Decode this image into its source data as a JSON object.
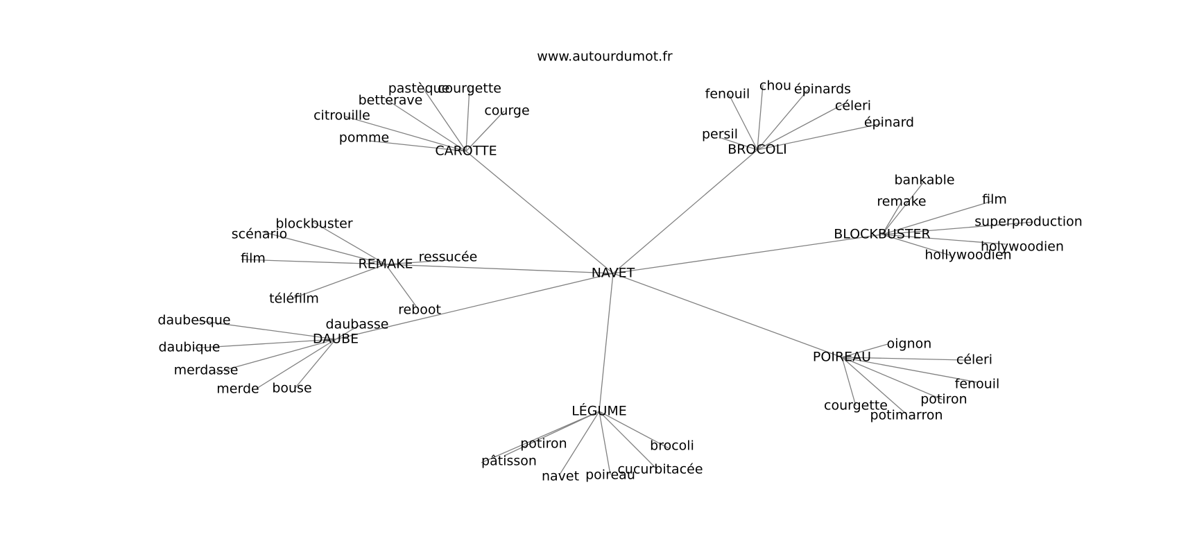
{
  "source_label": "www.autourdumot.fr",
  "center": "NAVET",
  "clusters": [
    {
      "hub": "CAROTTE",
      "words": [
        "pomme",
        "citrouille",
        "betterave",
        "pastèque",
        "courgette",
        "courge"
      ]
    },
    {
      "hub": "BROCOLI",
      "words": [
        "persil",
        "fenouil",
        "chou",
        "épinards",
        "céleri",
        "épinard"
      ]
    },
    {
      "hub": "BLOCKBUSTER",
      "words": [
        "bankable",
        "remake",
        "film",
        "superproduction",
        "holywoodien",
        "hollywoodien"
      ]
    },
    {
      "hub": "REMAKE",
      "words": [
        "blockbuster",
        "scénario",
        "film",
        "ressucée",
        "téléfilm",
        "reboot"
      ]
    },
    {
      "hub": "DAUBE",
      "words": [
        "daubasse",
        "daubesque",
        "daubique",
        "merdasse",
        "merde",
        "bouse"
      ]
    },
    {
      "hub": "POIREAU",
      "words": [
        "oignon",
        "céleri",
        "fenouil",
        "potiron",
        "courgette",
        "potimarron"
      ]
    },
    {
      "hub": "LÉGUME",
      "words": [
        "potiron",
        "pâtisson",
        "navet",
        "poireau",
        "cucurbitacée",
        "brocoli"
      ]
    }
  ]
}
